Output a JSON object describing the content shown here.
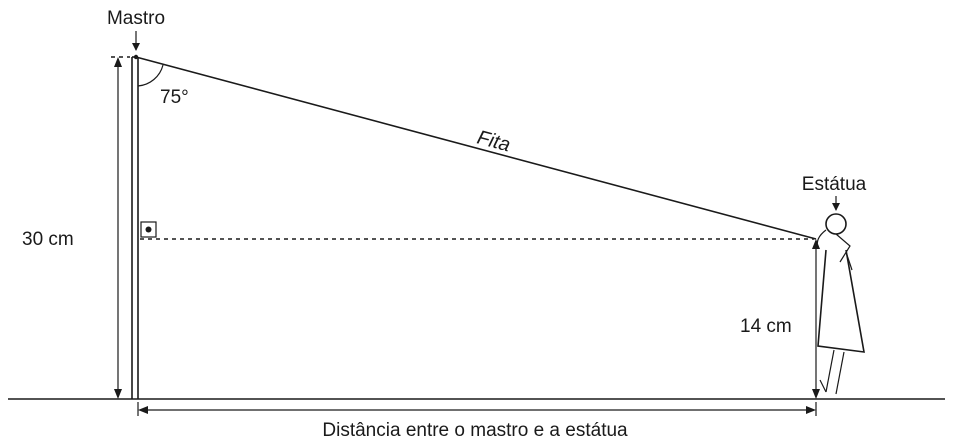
{
  "labels": {
    "mast": "Mastro",
    "statue": "Estátua",
    "tape": "Fita",
    "angle": "75°",
    "mast_height": "30 cm",
    "statue_height": "14 cm",
    "distance": "Distância entre o mastro e a estátua"
  }
}
